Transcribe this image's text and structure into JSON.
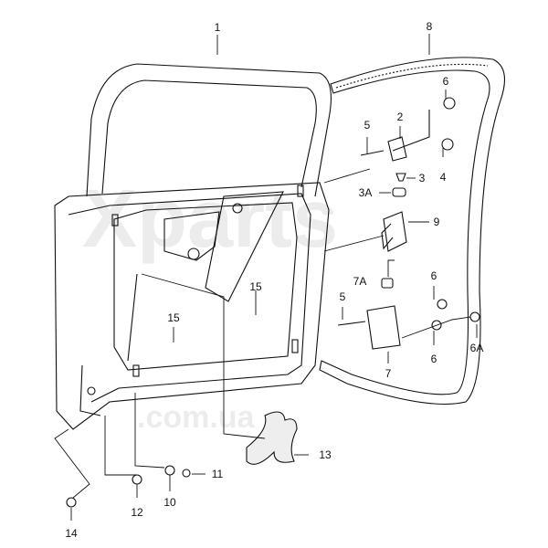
{
  "watermark": {
    "brand": "Xparts",
    "domain": ".com.ua"
  },
  "callouts": [
    {
      "id": "label-1",
      "text": "1"
    },
    {
      "id": "label-8",
      "text": "8"
    },
    {
      "id": "label-6-top",
      "text": "6"
    },
    {
      "id": "label-5-top",
      "text": "5"
    },
    {
      "id": "label-2",
      "text": "2"
    },
    {
      "id": "label-4",
      "text": "4"
    },
    {
      "id": "label-3",
      "text": "3"
    },
    {
      "id": "label-3a",
      "text": "3A"
    },
    {
      "id": "label-9",
      "text": "9"
    },
    {
      "id": "label-7a",
      "text": "7A"
    },
    {
      "id": "label-6-mid",
      "text": "6"
    },
    {
      "id": "label-5-bottom",
      "text": "5"
    },
    {
      "id": "label-6-bottom",
      "text": "6"
    },
    {
      "id": "label-6a",
      "text": "6A"
    },
    {
      "id": "label-7",
      "text": "7"
    },
    {
      "id": "label-15-right",
      "text": "15"
    },
    {
      "id": "label-15-left",
      "text": "15"
    },
    {
      "id": "label-13",
      "text": "13"
    },
    {
      "id": "label-11",
      "text": "11"
    },
    {
      "id": "label-10",
      "text": "10"
    },
    {
      "id": "label-12",
      "text": "12"
    },
    {
      "id": "label-14",
      "text": "14"
    }
  ]
}
